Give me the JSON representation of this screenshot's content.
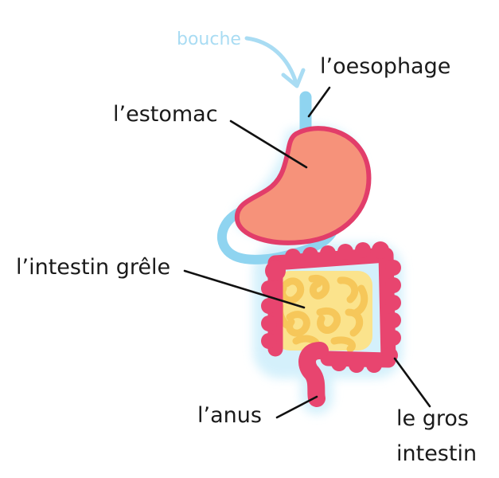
{
  "labels": {
    "mouth": "bouche",
    "esophagus": "l’oesophage",
    "stomach": "l’estomac",
    "small_intestine": "l’intestin grêle",
    "anus": "l’anus",
    "large_intestine_line1": "le gros",
    "large_intestine_line2": "intestin"
  },
  "colors": {
    "glow": "#bfe6f7",
    "esophagus": "#8fd4f0",
    "stomach_fill": "#f6927a",
    "stomach_outline": "#e23d6a",
    "colon": "#e8456f",
    "small_intestine_bg": "#fbe38c",
    "small_intestine_coil": "#f6c75a",
    "mouth_label": "#a9dcf3",
    "text": "#1a1a1a"
  }
}
